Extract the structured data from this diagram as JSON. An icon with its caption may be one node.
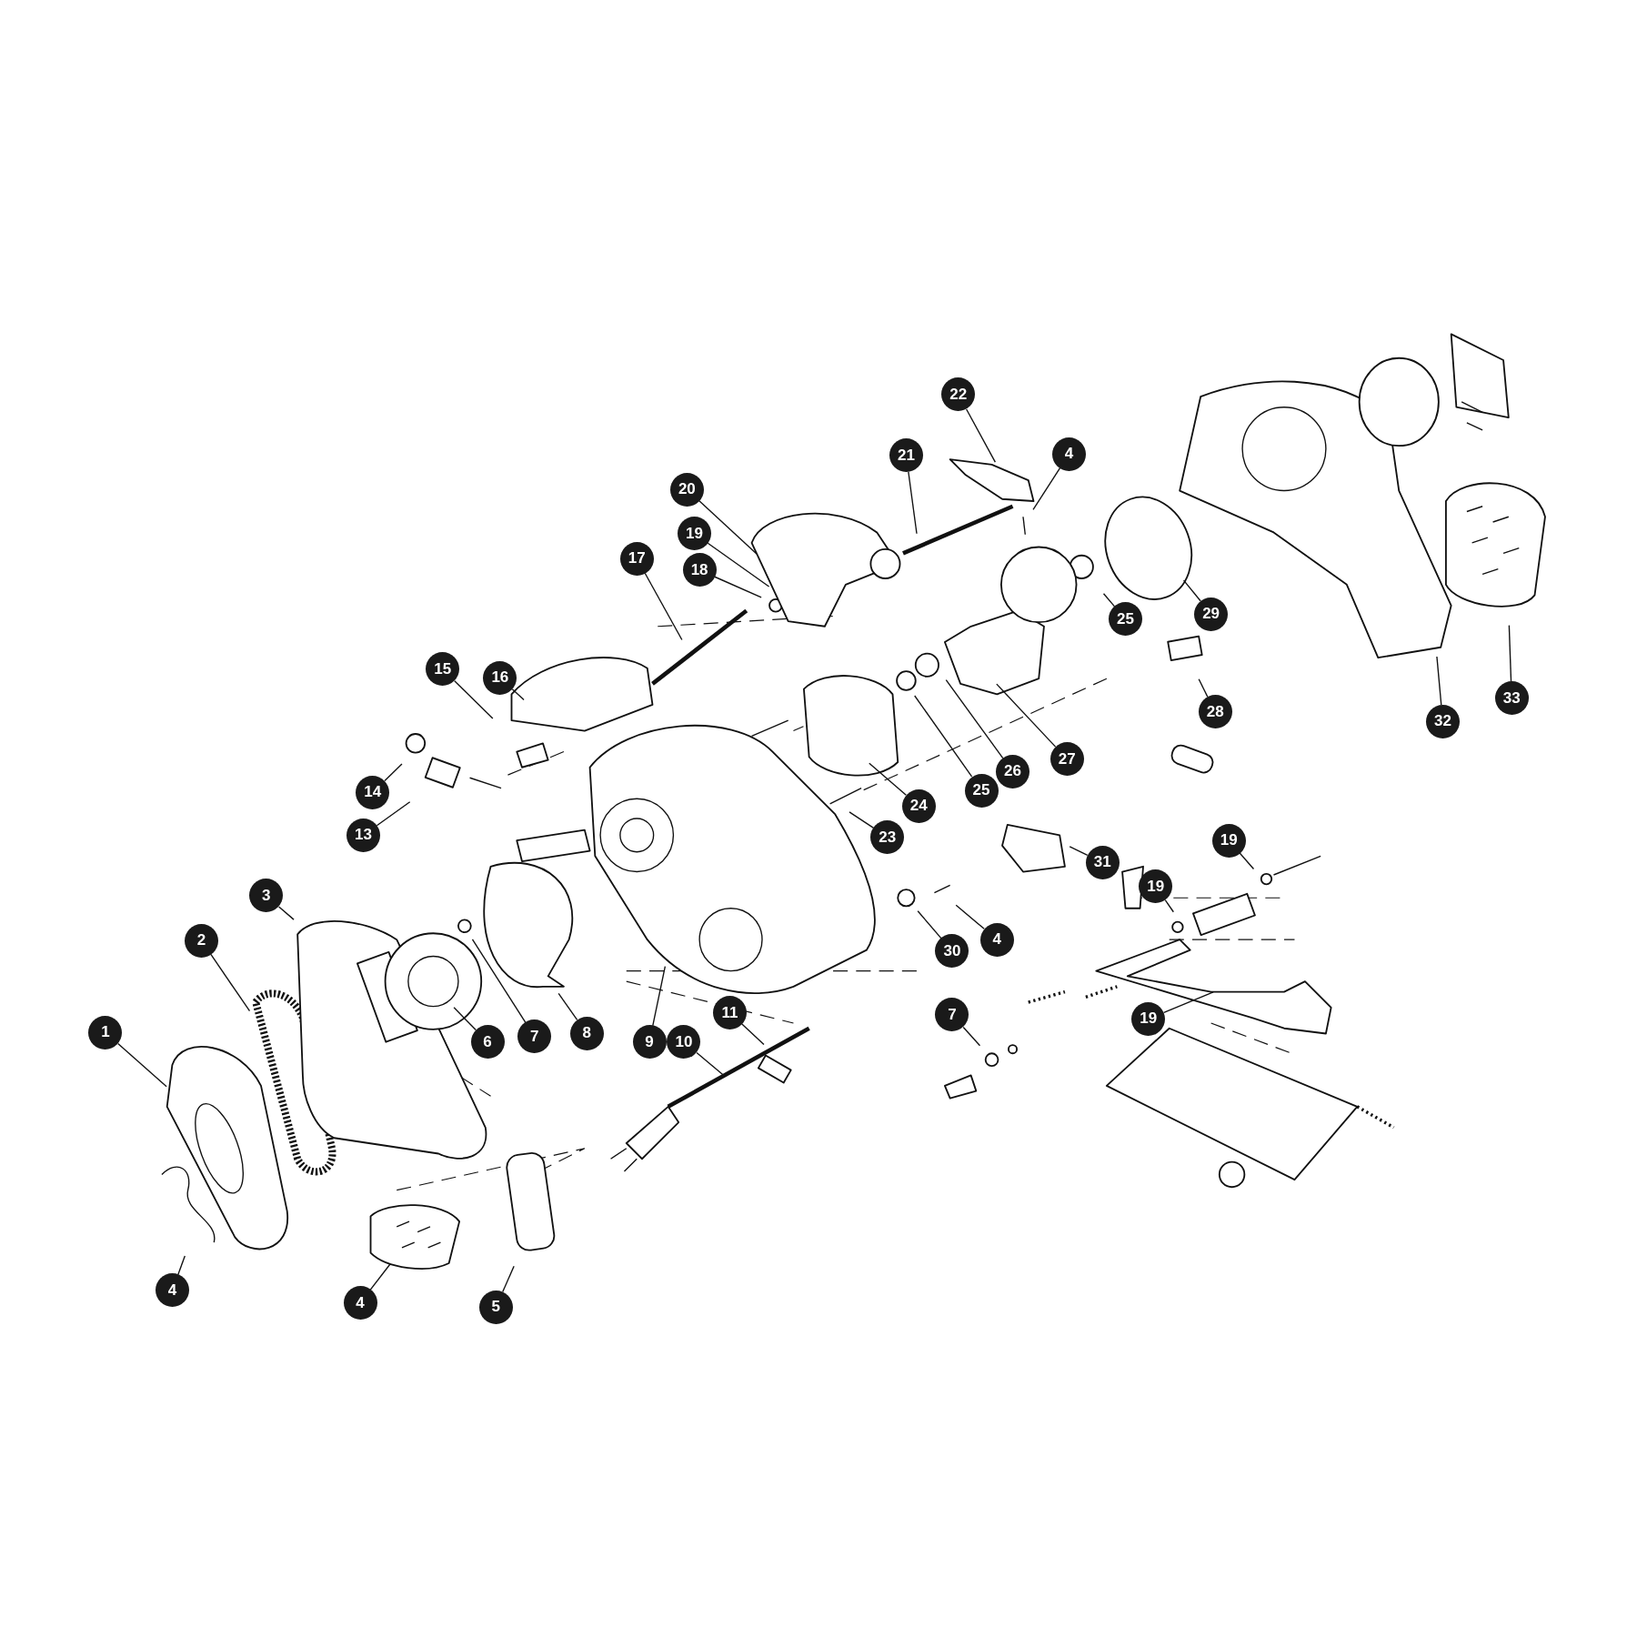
{
  "diagram": {
    "nodes": [
      {
        "text": [
          "22"
        ]
      },
      {
        "text": [
          "4"
        ]
      },
      {
        "text": [
          "21"
        ]
      },
      {
        "text": [
          "20"
        ]
      },
      {
        "text": [
          "19"
        ]
      },
      {
        "text": [
          "17"
        ]
      },
      {
        "text": [
          "18"
        ]
      },
      {
        "text": [
          "29"
        ]
      },
      {
        "text": [
          "25"
        ]
      },
      {
        "text": [
          "15"
        ]
      },
      {
        "text": [
          "16"
        ]
      },
      {
        "text": [
          "33"
        ]
      },
      {
        "text": [
          "28"
        ]
      },
      {
        "text": [
          "32"
        ]
      },
      {
        "text": [
          "27"
        ]
      },
      {
        "text": [
          "26"
        ]
      },
      {
        "text": [
          "25"
        ]
      },
      {
        "text": [
          "14"
        ]
      },
      {
        "text": [
          "24"
        ]
      },
      {
        "text": [
          "13"
        ]
      },
      {
        "text": [
          "23"
        ]
      },
      {
        "text": [
          "19"
        ]
      },
      {
        "text": [
          "31"
        ]
      },
      {
        "text": [
          "19"
        ]
      },
      {
        "text": [
          "3"
        ]
      },
      {
        "text": [
          "4"
        ]
      },
      {
        "text": [
          "2"
        ]
      },
      {
        "text": [
          "30"
        ]
      },
      {
        "text": [
          "11"
        ]
      },
      {
        "text": [
          "7"
        ]
      },
      {
        "text": [
          "19"
        ]
      },
      {
        "text": [
          "1"
        ]
      },
      {
        "text": [
          "8"
        ]
      },
      {
        "text": [
          "7"
        ]
      },
      {
        "text": [
          "6"
        ]
      },
      {
        "text": [
          "9"
        ]
      },
      {
        "text": [
          "10"
        ]
      },
      {
        "text": [
          "4"
        ]
      },
      {
        "text": [
          "4"
        ]
      },
      {
        "text": [
          "5"
        ]
      }
    ],
    "edges": [
      {
        "from": 0,
        "to": null,
        "arrow": "none"
      },
      {
        "from": 1,
        "to": null,
        "arrow": "none"
      },
      {
        "from": 2,
        "to": null,
        "arrow": "none"
      },
      {
        "from": 3,
        "to": null,
        "arrow": "none"
      },
      {
        "from": 4,
        "to": null,
        "arrow": "none"
      },
      {
        "from": 5,
        "to": null,
        "arrow": "none"
      },
      {
        "from": 6,
        "to": null,
        "arrow": "none"
      },
      {
        "from": 7,
        "to": null,
        "arrow": "none"
      },
      {
        "from": 8,
        "to": null,
        "arrow": "none"
      },
      {
        "from": 9,
        "to": null,
        "arrow": "none"
      },
      {
        "from": 10,
        "to": null,
        "arrow": "none"
      },
      {
        "from": 11,
        "to": null,
        "arrow": "none"
      },
      {
        "from": 12,
        "to": null,
        "arrow": "none"
      },
      {
        "from": 13,
        "to": null,
        "arrow": "none"
      },
      {
        "from": 14,
        "to": null,
        "arrow": "none"
      },
      {
        "from": 15,
        "to": null,
        "arrow": "none"
      },
      {
        "from": 16,
        "to": null,
        "arrow": "none"
      },
      {
        "from": 17,
        "to": null,
        "arrow": "none"
      },
      {
        "from": 18,
        "to": null,
        "arrow": "none"
      },
      {
        "from": 19,
        "to": null,
        "arrow": "none"
      },
      {
        "from": 20,
        "to": null,
        "arrow": "none"
      },
      {
        "from": 21,
        "to": null,
        "arrow": "none"
      },
      {
        "from": 22,
        "to": null,
        "arrow": "none"
      },
      {
        "from": 23,
        "to": null,
        "arrow": "none"
      },
      {
        "from": 24,
        "to": null,
        "arrow": "none"
      },
      {
        "from": 25,
        "to": null,
        "arrow": "none"
      },
      {
        "from": 26,
        "to": null,
        "arrow": "none"
      },
      {
        "from": 27,
        "to": null,
        "arrow": "none"
      },
      {
        "from": 28,
        "to": null,
        "arrow": "none"
      },
      {
        "from": 29,
        "to": null,
        "arrow": "none"
      },
      {
        "from": 30,
        "to": null,
        "arrow": "none"
      },
      {
        "from": 31,
        "to": null,
        "arrow": "none"
      },
      {
        "from": 32,
        "to": null,
        "arrow": "none"
      },
      {
        "from": 33,
        "to": null,
        "arrow": "none"
      },
      {
        "from": 34,
        "to": null,
        "arrow": "none"
      },
      {
        "from": 35,
        "to": null,
        "arrow": "none"
      },
      {
        "from": 36,
        "to": null,
        "arrow": "none"
      },
      {
        "from": 37,
        "to": null,
        "arrow": "none"
      },
      {
        "from": 38,
        "to": null,
        "arrow": "none"
      },
      {
        "from": 39,
        "to": null,
        "arrow": "none"
      }
    ]
  }
}
